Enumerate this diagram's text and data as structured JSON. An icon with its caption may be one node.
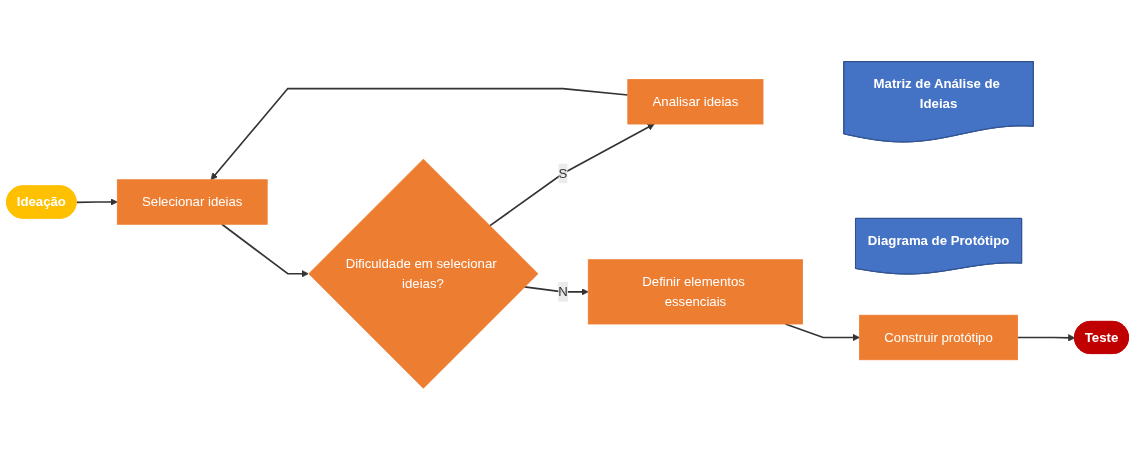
{
  "diagram": {
    "nodes": [
      {
        "text": [
          "Ideação"
        ]
      },
      {
        "text": [
          "Selecionar ideias"
        ]
      },
      {
        "text": [
          "Dificuldade em selecionar ideias?"
        ]
      },
      {
        "text": [
          "Analisar ideias"
        ]
      },
      {
        "text": [
          "Matriz de Análise de Ideias"
        ]
      },
      {
        "text": [
          "Definir elementos essenciais"
        ]
      },
      {
        "text": [
          "Diagrama de Protótipo"
        ]
      },
      {
        "text": [
          "Construir protótipo"
        ]
      },
      {
        "text": [
          "Teste"
        ]
      }
    ],
    "edges": [
      {
        "from": 0,
        "to": 1,
        "arrow": "to"
      },
      {
        "from": 1,
        "to": 2,
        "arrow": "to"
      },
      {
        "from": 2,
        "to": 3,
        "arrow": "to",
        "label": "S"
      },
      {
        "from": 3,
        "to": 1,
        "arrow": "to"
      },
      {
        "from": 2,
        "to": 5,
        "arrow": "to",
        "label": "N"
      },
      {
        "from": 5,
        "to": 7,
        "arrow": "to"
      },
      {
        "from": 7,
        "to": 8,
        "arrow": "to"
      }
    ]
  }
}
